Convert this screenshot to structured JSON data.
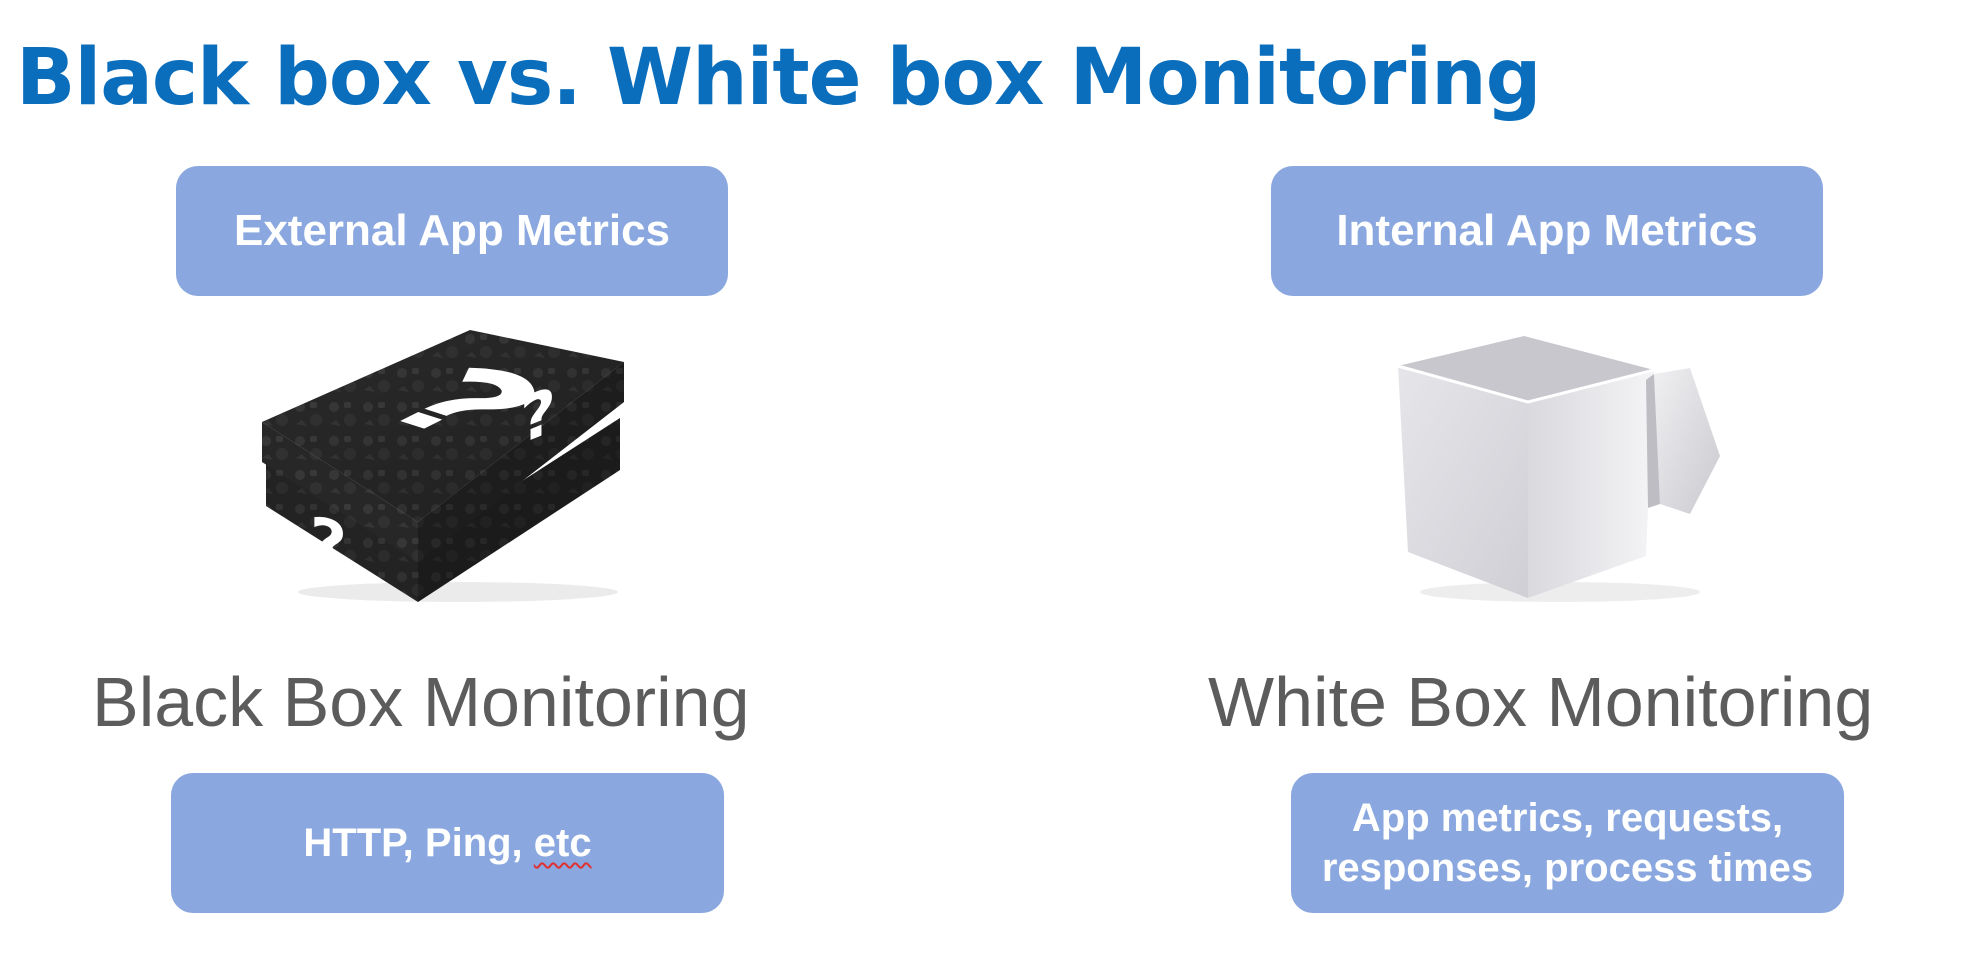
{
  "slide": {
    "title": "Black box vs. White box Monitoring",
    "left": {
      "top_label": "External App Metrics",
      "image_icon": "black-box-icon",
      "question_mark": "?",
      "heading": "Black Box Monitoring",
      "bottom_label_main": "HTTP, Ping, ",
      "bottom_label_flagged": "etc"
    },
    "right": {
      "top_label": "Internal App Metrics",
      "image_icon": "white-box-icon",
      "heading": "White Box Monitoring",
      "bottom_label_line1": "App metrics, requests,",
      "bottom_label_line2": "responses, process times"
    },
    "colors": {
      "title": "#0a6ebd",
      "pill": "#8aa8df",
      "heading": "#5c5c5c",
      "spellcheck_underline": "#e03030"
    }
  }
}
